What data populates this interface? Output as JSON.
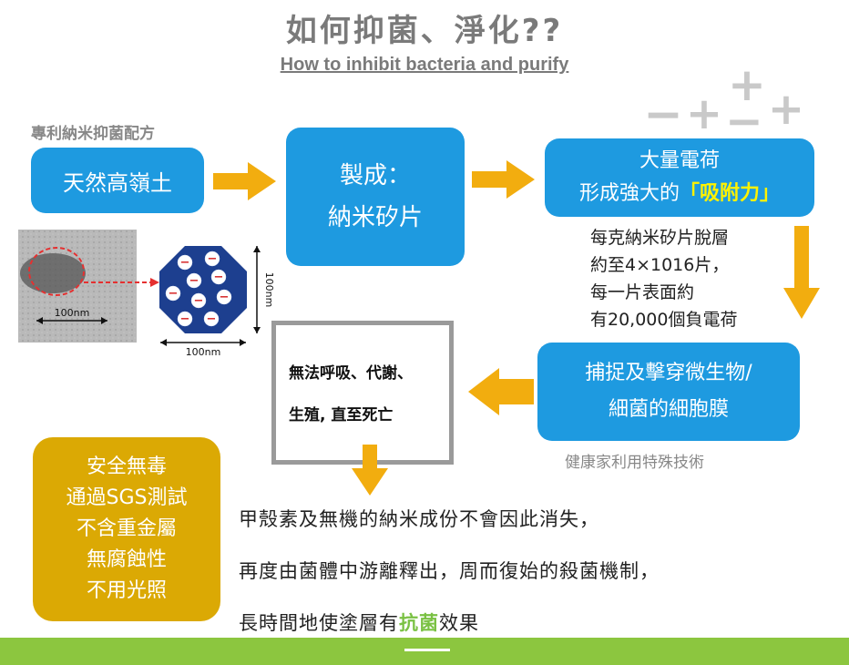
{
  "title": "如何抑菌、淨化??",
  "subtitle": "How to inhibit bacteria and purify",
  "patent_label": "專利納米抑菌配方",
  "step1": "天然高嶺土",
  "step2": {
    "line1": "製成：",
    "line2": "納米矽片"
  },
  "step3": {
    "line1": "大量電荷",
    "line2_prefix": "形成強大的",
    "line2_highlight": "「吸附力」"
  },
  "facts": [
    "每克納米矽片脫層",
    "約至4×1016片，",
    "每一片表面約",
    "有20,000個負電荷"
  ],
  "step4": {
    "line1": "捕捉及擊穿微生物/",
    "line2": "細菌的細胞膜"
  },
  "tech_note": "健康家利用特殊技術",
  "result": {
    "line1": "無法呼吸、代謝、",
    "line2": "生殖, 直至死亡"
  },
  "safety": [
    "安全無毒",
    "通過SGS測試",
    "不含重金屬",
    "無腐蝕性",
    "不用光照"
  ],
  "paragraph": {
    "line1": "甲殼素及無機的納米成份不會因此消失，",
    "line2": "再度由菌體中游離釋出，周而復始的殺菌機制，",
    "line3_prefix": "長時間地使塗層有",
    "line3_highlight": "抗菌",
    "line3_suffix": "效果"
  },
  "scale_labels": {
    "micrograph": "100nm",
    "octagon_width": "100nm",
    "octagon_height": "100nm"
  },
  "particle_sign": "−",
  "charge_symbols": [
    "−",
    "+",
    "+",
    "−",
    "+"
  ],
  "colors": {
    "blue": "#1e9ae0",
    "gold": "#dba904",
    "arrow": "#f2ad0f",
    "green": "#8cc63f",
    "highlight": "#fff200",
    "navy": "#1d3f8f"
  }
}
